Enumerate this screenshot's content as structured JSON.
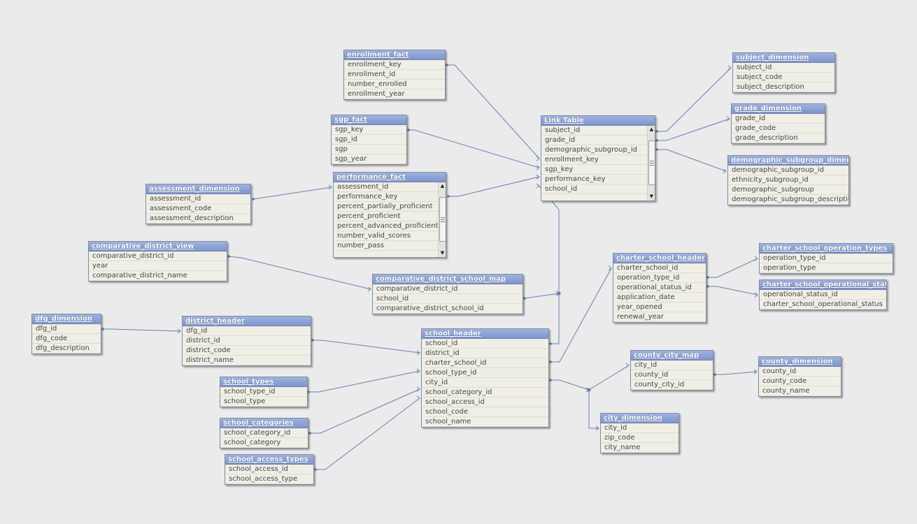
{
  "colors": {
    "header_bg": "#8aa0d6",
    "body_bg": "#f0efe6",
    "connector": "#6a7dac",
    "canvas": "#ebebeb"
  },
  "tables": [
    {
      "id": "enrollment_fact",
      "title": "enrollment_fact",
      "fields": [
        "enrollment_key",
        "enrollment_id",
        "number_enrolled",
        "enrollment_year"
      ]
    },
    {
      "id": "sgp_fact",
      "title": "sgp_fact",
      "fields": [
        "sgp_key",
        "sgp_id",
        "sgp",
        "sgp_year"
      ]
    },
    {
      "id": "performance_fact",
      "title": "performance_fact",
      "fields": [
        "assessment_id",
        "performance_key",
        "percent_partially_proficient",
        "percent_proficient",
        "percent_advanced_proficient",
        "number_valid_scores",
        "number_pass"
      ],
      "scroll": true
    },
    {
      "id": "assessment_dimension",
      "title": "assessment_dimension",
      "fields": [
        "assessment_id",
        "assessment_code",
        "assessment_description"
      ]
    },
    {
      "id": "comparative_district_view",
      "title": "comparative_district_view",
      "fields": [
        "comparative_district_id",
        "year",
        "comparative_district_name"
      ]
    },
    {
      "id": "comparative_district_school_map",
      "title": "comparative_district_school_map",
      "fields": [
        "comparative_district_id",
        "school_id",
        "comparative_district_school_id"
      ]
    },
    {
      "id": "dfg_dimension",
      "title": "dfg_dimension",
      "fields": [
        "dfg_id",
        "dfg_code",
        "dfg_description"
      ]
    },
    {
      "id": "district_header",
      "title": "district_header",
      "fields": [
        "dfg_id",
        "district_id",
        "district_code",
        "district_name"
      ]
    },
    {
      "id": "school_types",
      "title": "school_types",
      "fields": [
        "school_type_id",
        "school_type"
      ]
    },
    {
      "id": "school_categories",
      "title": "school_categories",
      "fields": [
        "school_category_id",
        "school_category"
      ]
    },
    {
      "id": "school_access_types",
      "title": "school_access_types",
      "fields": [
        "school_access_id",
        "school_access_type"
      ]
    },
    {
      "id": "school_header",
      "title": "school_header",
      "fields": [
        "school_id",
        "district_id",
        "charter_school_id",
        "school_type_id",
        "city_id",
        "school_category_id",
        "school_access_id",
        "school_code",
        "school_name"
      ]
    },
    {
      "id": "link_table",
      "title": "Link Table",
      "fields": [
        "subject_id",
        "grade_id",
        "demographic_subgroup_id",
        "enrollment_key",
        "sgp_key",
        "performance_key",
        "school_id"
      ],
      "scroll": true
    },
    {
      "id": "subject_dimension",
      "title": "subject_dimension",
      "fields": [
        "subject_id",
        "subject_code",
        "subject_description"
      ]
    },
    {
      "id": "grade_dimension",
      "title": "grade_dimension",
      "fields": [
        "grade_id",
        "grade_code",
        "grade_description"
      ]
    },
    {
      "id": "demographic_subgroup_dimension",
      "title": "demographic_subgroup_dimension",
      "fields": [
        "demographic_subgroup_id",
        "ethnicity_subgroup_id",
        "demographic_subgroup",
        "demographic_subgroup_description"
      ]
    },
    {
      "id": "charter_school_header",
      "title": "charter_school_header",
      "fields": [
        "charter_school_id",
        "operation_type_id",
        "operational_status_id",
        "application_date",
        "year_opened",
        "renewal_year"
      ]
    },
    {
      "id": "charter_school_operation_types",
      "title": "charter_school_operation_types",
      "fields": [
        "operation_type_id",
        "operation_type"
      ]
    },
    {
      "id": "charter_school_operational_status",
      "title": "charter_school_operational_statu",
      "fields": [
        "operational_status_id",
        "charter_school_operational_status"
      ]
    },
    {
      "id": "county_city_map",
      "title": "county_city_map",
      "fields": [
        "city_id",
        "county_id",
        "county_city_id"
      ]
    },
    {
      "id": "county_dimension",
      "title": "county_dimension",
      "fields": [
        "county_id",
        "county_code",
        "county_name"
      ]
    },
    {
      "id": "city_dimension",
      "title": "city_dimension",
      "fields": [
        "city_id",
        "zip_code",
        "city_name"
      ]
    }
  ]
}
